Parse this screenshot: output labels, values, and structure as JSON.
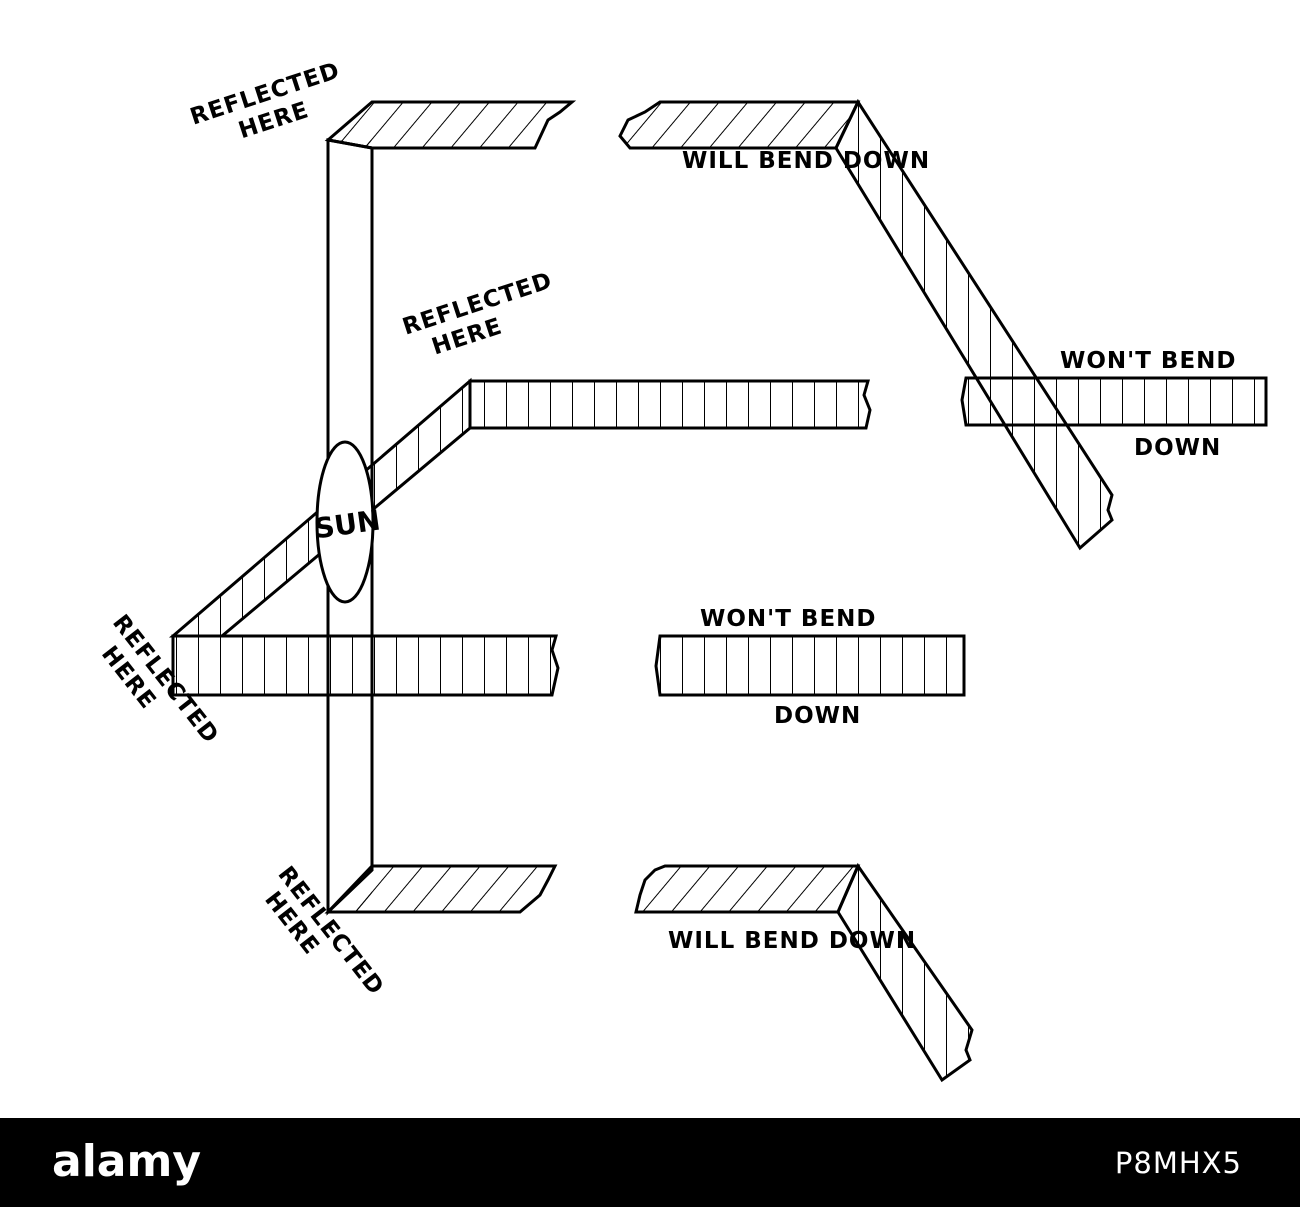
{
  "diagram": {
    "labels": {
      "reflected_top": [
        "REFLECTED",
        "HERE"
      ],
      "reflected_middle": [
        "REFLECTED",
        "HERE"
      ],
      "reflected_left": [
        "REFLECTED",
        "HERE"
      ],
      "reflected_bottom": [
        "REFLECTED",
        "HERE"
      ],
      "sun": "SUN",
      "will_bend_down_top": "WILL BEND DOWN",
      "wont_bend_right": [
        "WON'T BEND",
        "DOWN"
      ],
      "wont_bend_center": [
        "WON'T BEND",
        "DOWN"
      ],
      "will_bend_down_bottom": "WILL BEND DOWN"
    }
  },
  "watermark": {
    "brand": "alamy",
    "image_id": "P8MHX5"
  },
  "colors": {
    "ink": "#000000",
    "paper": "#ffffff",
    "footer": "#000000"
  }
}
